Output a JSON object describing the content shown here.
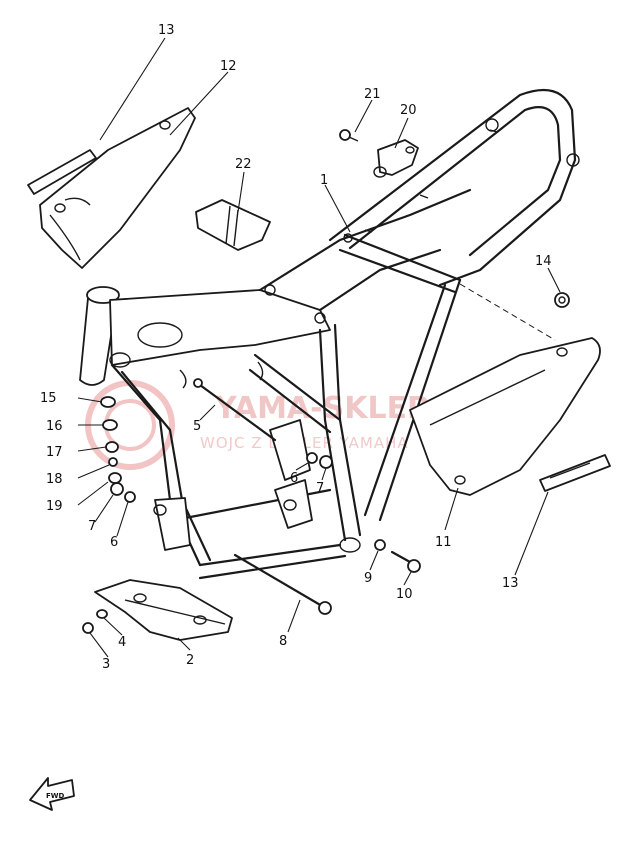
{
  "watermark": {
    "line1": "YAMA-SKLEP.PL",
    "line2": "WOJC   Z DEALER YAMAHA"
  },
  "callouts": [
    {
      "id": "1",
      "text": "1"
    },
    {
      "id": "2",
      "text": "2"
    },
    {
      "id": "3",
      "text": "3"
    },
    {
      "id": "4",
      "text": "4"
    },
    {
      "id": "5",
      "text": "5"
    },
    {
      "id": "6a",
      "text": "6"
    },
    {
      "id": "6b",
      "text": "6"
    },
    {
      "id": "7a",
      "text": "7"
    },
    {
      "id": "7b",
      "text": "7"
    },
    {
      "id": "8",
      "text": "8"
    },
    {
      "id": "9",
      "text": "9"
    },
    {
      "id": "10",
      "text": "10"
    },
    {
      "id": "11",
      "text": "11"
    },
    {
      "id": "12",
      "text": "12"
    },
    {
      "id": "13a",
      "text": "13"
    },
    {
      "id": "13b",
      "text": "13"
    },
    {
      "id": "14",
      "text": "14"
    },
    {
      "id": "15",
      "text": "15"
    },
    {
      "id": "16",
      "text": "16"
    },
    {
      "id": "17",
      "text": "17"
    },
    {
      "id": "18",
      "text": "18"
    },
    {
      "id": "19",
      "text": "19"
    },
    {
      "id": "20",
      "text": "20"
    },
    {
      "id": "21",
      "text": "21"
    },
    {
      "id": "22",
      "text": "22"
    }
  ],
  "fwd_arrow": {
    "text": "FWD"
  },
  "colors": {
    "ink": "#1a1a1a",
    "watermark": "#f1c6c6"
  }
}
